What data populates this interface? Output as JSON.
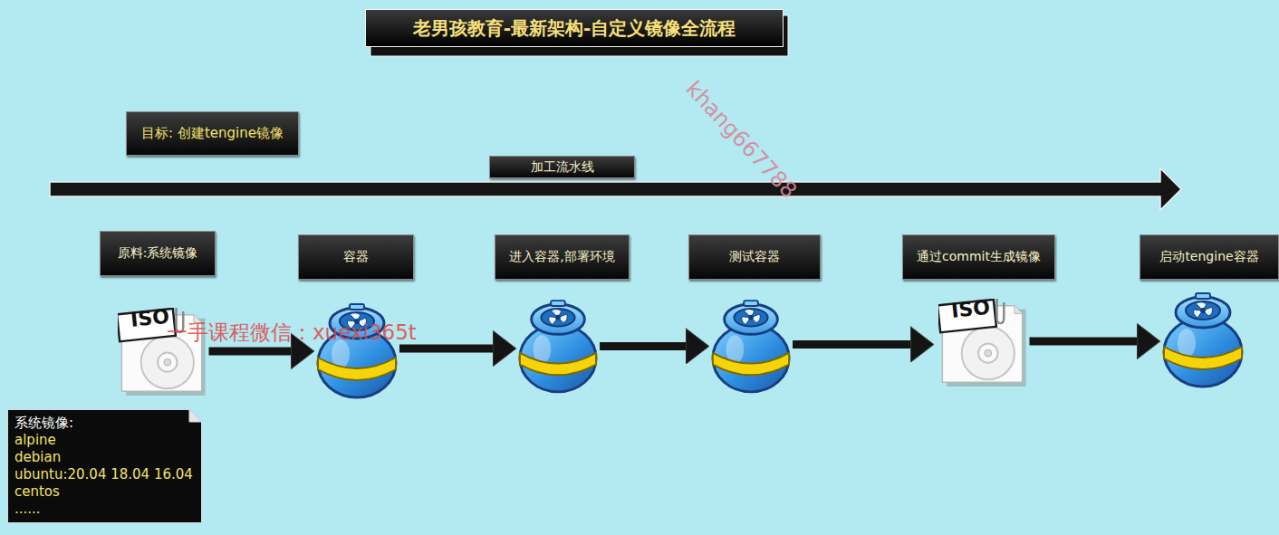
{
  "diagram": {
    "title": "老男孩教育-最新架构-自定义镜像全流程",
    "nodes": [
      {
        "text": [
          "目标: 创建tengine镜像"
        ]
      },
      {
        "text": [
          "加工流水线"
        ]
      },
      {
        "text": [
          "原料:系统镜像"
        ]
      },
      {
        "text": [
          "容器"
        ]
      },
      {
        "text": [
          "进入容器,部署环境"
        ]
      },
      {
        "text": [
          "测试容器"
        ]
      },
      {
        "text": [
          "通过commit生成镜像"
        ]
      },
      {
        "text": [
          "启动tengine容器"
        ]
      },
      {
        "text": [
          "系统镜像:",
          "alpine",
          "debian",
          "ubuntu:20.04 18.04 16.04",
          "centos",
          "......"
        ]
      }
    ],
    "edges": [
      {
        "from": 2,
        "to": 3,
        "arrow": "to"
      },
      {
        "from": 3,
        "to": 4,
        "arrow": "to"
      },
      {
        "from": 4,
        "to": 5,
        "arrow": "to"
      },
      {
        "from": 5,
        "to": 6,
        "arrow": "to"
      },
      {
        "from": 6,
        "to": 7,
        "arrow": "to"
      }
    ],
    "labels": [
      "ISO",
      "ISO",
      "khang667788",
      "一手课程微信：xuexi365t"
    ]
  }
}
